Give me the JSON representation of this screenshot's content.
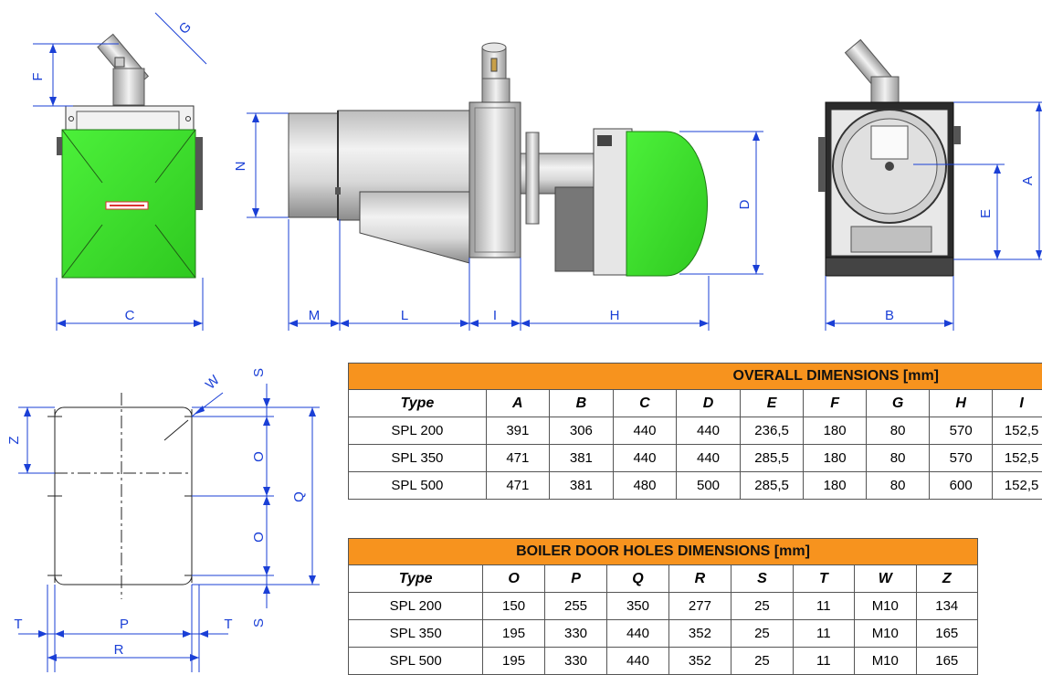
{
  "dimension_labels": {
    "A": "A",
    "B": "B",
    "C": "C",
    "D": "D",
    "E": "E",
    "F": "F",
    "G": "G",
    "H": "H",
    "I": "I",
    "L": "L",
    "M": "M",
    "N": "N",
    "O": "O",
    "P": "P",
    "Q": "Q",
    "R": "R",
    "S": "S",
    "T": "T",
    "W": "W",
    "Z": "Z"
  },
  "overall_table": {
    "title": "OVERALL DIMENSIONS  [mm]",
    "headers": [
      "Type",
      "A",
      "B",
      "C",
      "D",
      "E",
      "F",
      "G",
      "H",
      "I"
    ],
    "rows": [
      [
        "SPL 200",
        "391",
        "306",
        "440",
        "440",
        "236,5",
        "180",
        "80",
        "570",
        "152,5"
      ],
      [
        "SPL 350",
        "471",
        "381",
        "440",
        "440",
        "285,5",
        "180",
        "80",
        "570",
        "152,5"
      ],
      [
        "SPL 500",
        "471",
        "381",
        "480",
        "500",
        "285,5",
        "180",
        "80",
        "600",
        "152,5"
      ]
    ]
  },
  "holes_table": {
    "title": "BOILER DOOR HOLES DIMENSIONS [mm]",
    "headers": [
      "Type",
      "O",
      "P",
      "Q",
      "R",
      "S",
      "T",
      "W",
      "Z"
    ],
    "rows": [
      [
        "SPL 200",
        "150",
        "255",
        "350",
        "277",
        "25",
        "11",
        "M10",
        "134"
      ],
      [
        "SPL 350",
        "195",
        "330",
        "440",
        "352",
        "25",
        "11",
        "M10",
        "165"
      ],
      [
        "SPL 500",
        "195",
        "330",
        "440",
        "352",
        "25",
        "11",
        "M10",
        "165"
      ]
    ]
  },
  "colors": {
    "body_green": "#3ee62b",
    "dimension_blue": "#1a3fd6",
    "table_header_orange": "#f7931e"
  }
}
